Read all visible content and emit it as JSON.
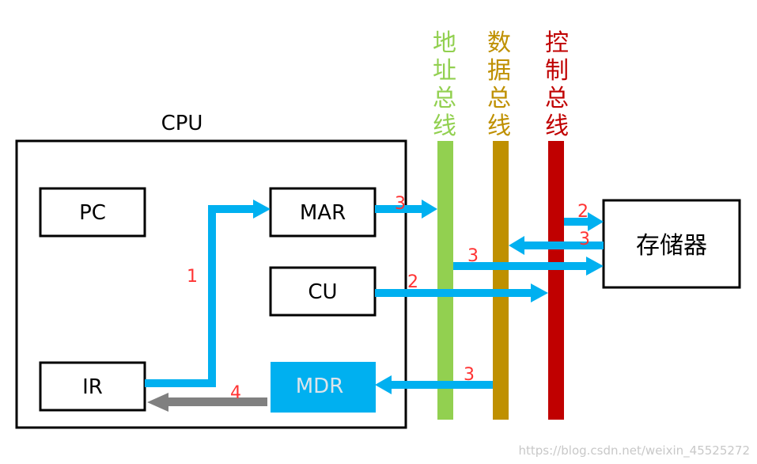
{
  "cpu": {
    "label": "CPU"
  },
  "registers": {
    "pc": "PC",
    "mar": "MAR",
    "cu": "CU",
    "ir": "IR",
    "mdr": "MDR"
  },
  "memory": {
    "label": "存储器"
  },
  "buses": {
    "address": {
      "chars": [
        "地",
        "址",
        "总",
        "线"
      ],
      "color": "#92d050"
    },
    "data": {
      "chars": [
        "数",
        "据",
        "总",
        "线"
      ],
      "color": "#bf9000"
    },
    "control": {
      "chars": [
        "控",
        "制",
        "总",
        "线"
      ],
      "color": "#c00000"
    }
  },
  "steps": {
    "ir_to_mar": "1",
    "mar_to_address_bus": "3",
    "control_to_memory": "2",
    "memory_to_data_bus": "3",
    "address_to_memory": "3",
    "cu_to_control_bus": "2",
    "data_bus_to_mdr": "3",
    "mdr_to_ir": "4"
  },
  "colors": {
    "arrow": "#00b0f0",
    "mdr_fill": "#00b0f0",
    "mdr_to_ir_arrow": "#808080",
    "step_number": "#ff3333"
  },
  "watermark": "https://blog.csdn.net/weixin_45525272"
}
